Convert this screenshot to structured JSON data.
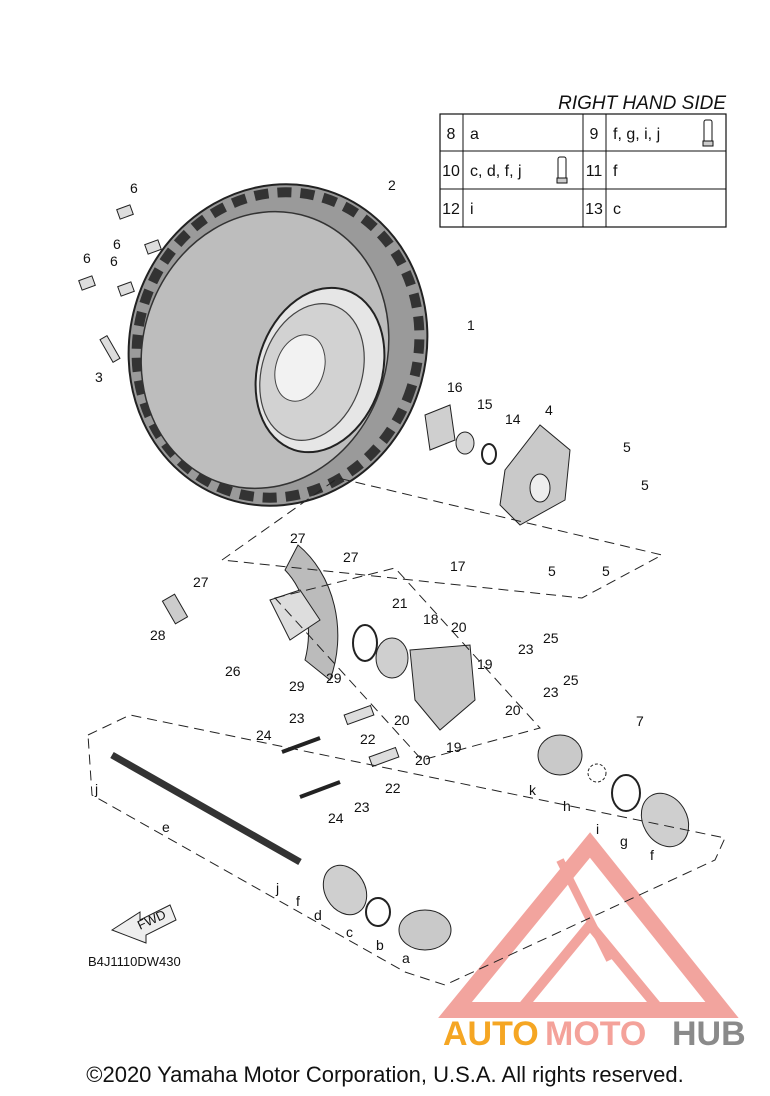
{
  "table": {
    "title": "RIGHT HAND SIDE",
    "rows": [
      [
        {
          "num": "8",
          "txt": "a"
        },
        {
          "num": "9",
          "txt": "f, g, i, j"
        }
      ],
      [
        {
          "num": "10",
          "txt": "c, d, f, j"
        },
        {
          "num": "11",
          "txt": "f"
        }
      ],
      [
        {
          "num": "12",
          "txt": "i"
        },
        {
          "num": "13",
          "txt": "c"
        }
      ]
    ]
  },
  "callouts": {
    "n1": "1",
    "n2": "2",
    "n3": "3",
    "n4": "4",
    "n5a": "5",
    "n5b": "5",
    "n5c": "5",
    "n5d": "5",
    "n6a": "6",
    "n6b": "6",
    "n6c": "6",
    "n6d": "6",
    "n7": "7",
    "n14": "14",
    "n15": "15",
    "n16": "16",
    "n17": "17",
    "n18": "18",
    "n19a": "19",
    "n19b": "19",
    "n20a": "20",
    "n20b": "20",
    "n20c": "20",
    "n20d": "20",
    "n21": "21",
    "n22a": "22",
    "n22b": "22",
    "n23a": "23",
    "n23b": "23",
    "n23c": "23",
    "n23d": "23",
    "n24a": "24",
    "n24b": "24",
    "n25a": "25",
    "n25b": "25",
    "n26": "26",
    "n27a": "27",
    "n27b": "27",
    "n27c": "27",
    "n28": "28",
    "n29a": "29",
    "n29b": "29",
    "la": "a",
    "lb": "b",
    "lc": "c",
    "ld": "d",
    "le": "e",
    "lf1": "f",
    "lf2": "f",
    "lg": "g",
    "lh": "h",
    "li": "i",
    "lj1": "j",
    "lj2": "j",
    "lk": "k"
  },
  "fwd_label": "FWD",
  "diagram_code": "B4J1110DW430",
  "watermark": {
    "part1": "AUTO",
    "part2": "MOTO",
    "part3": "HUB",
    "color1": "#f5a623",
    "color2": "#f4a29a",
    "color3": "#8a8a8a"
  },
  "copyright": "©2020 Yamaha Motor Corporation, U.S.A. All rights reserved."
}
